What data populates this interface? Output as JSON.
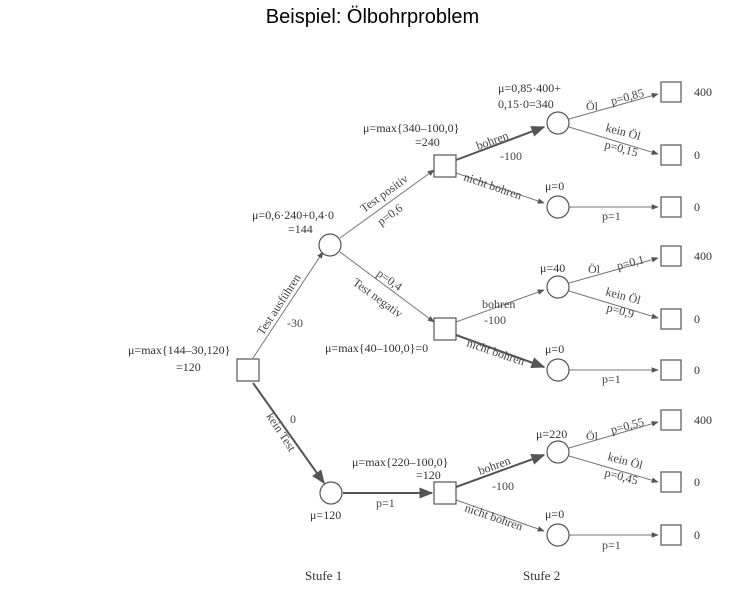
{
  "title": "Beispiel: Ölbohrproblem",
  "root": {
    "mu1": "μ=max{144–30,120}",
    "mu2": "=120"
  },
  "test_chance": {
    "mu1": "μ=0,6·240+0,4·0",
    "mu2": "=144"
  },
  "pos_decision": {
    "mu1": "μ=max{340–100,0}",
    "mu2": "=240"
  },
  "neg_decision": {
    "mu": "μ=max{40–100,0}=0"
  },
  "notest_chance": {
    "mu": "μ=120"
  },
  "notest_decision": {
    "mu1": "μ=max{220–100,0}",
    "mu2": "=120"
  },
  "pos_bohren_chance": {
    "mu1": "μ=0,85·400+",
    "mu2": "0,15·0=340"
  },
  "pos_nicht_chance": {
    "mu": "μ=0"
  },
  "neg_bohren_chance": {
    "mu": "μ=40"
  },
  "neg_nicht_chance": {
    "mu": "μ=0"
  },
  "notest_bohren_chance": {
    "mu": "μ=220"
  },
  "notest_nicht_chance": {
    "mu": "μ=0"
  },
  "edges": {
    "test_ausfuehren": "Test ausführen",
    "cost_30": "-30",
    "kein_test": "kein Test",
    "cost_0": "0",
    "test_positiv": "Test positiv",
    "p06": "p=0,6",
    "test_negativ": "Test negativ",
    "p04": "p=0,4",
    "bohren": "bohren",
    "minus100": "-100",
    "nicht_bohren": "nicht bohren",
    "p1": "p=1",
    "oel": "Öl",
    "kein_oel": "kein Öl",
    "p085": "p=0,85",
    "p015": "p=0,15",
    "p01": "p=0,1",
    "p09": "p=0,9",
    "p055": "p=0,55",
    "p045": "p=0,45"
  },
  "payoffs": {
    "a1": "400",
    "a2": "0",
    "a3": "0",
    "b1": "400",
    "b2": "0",
    "b3": "0",
    "c1": "400",
    "c2": "0",
    "c3": "0"
  },
  "stages": {
    "s1": "Stufe 1",
    "s2": "Stufe 2"
  }
}
